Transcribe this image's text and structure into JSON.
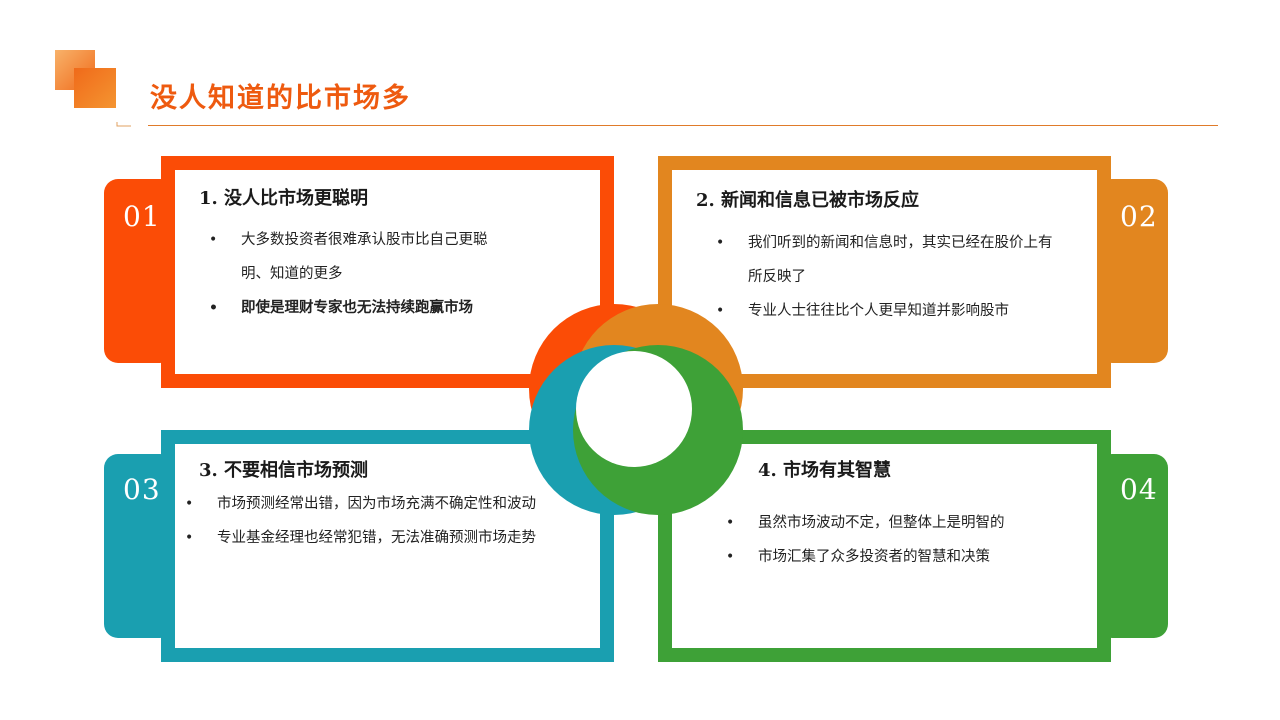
{
  "page": {
    "title": "没人知道的比市场多"
  },
  "colors": {
    "accent": "#ee5a0f",
    "card1": "#fb4c06",
    "card2": "#e2861f",
    "card3": "#1a9fb0",
    "card4": "#3ea137"
  },
  "cards": [
    {
      "number": "01",
      "heading": "1. 没人比市场更聪明",
      "bullets": [
        "大多数投资者很难承认股市比自己更聪明、知道的更多",
        "即使是理财专家也无法持续跑赢市场"
      ]
    },
    {
      "number": "02",
      "heading": "2. 新闻和信息已被市场反应",
      "bullets": [
        "我们听到的新闻和信息时，其实已经在股价上有所反映了",
        "专业人士往往比个人更早知道并影响股市"
      ]
    },
    {
      "number": "03",
      "heading": "3. 不要相信市场预测",
      "bullets": [
        "市场预测经常出错，因为市场充满不确定性和波动",
        "专业基金经理也经常犯错，无法准确预测市场走势"
      ]
    },
    {
      "number": "04",
      "heading": "4. 市场有其智慧",
      "bullets": [
        "虽然市场波动不定，但整体上是明智的",
        "市场汇集了众多投资者的智慧和决策"
      ]
    }
  ]
}
